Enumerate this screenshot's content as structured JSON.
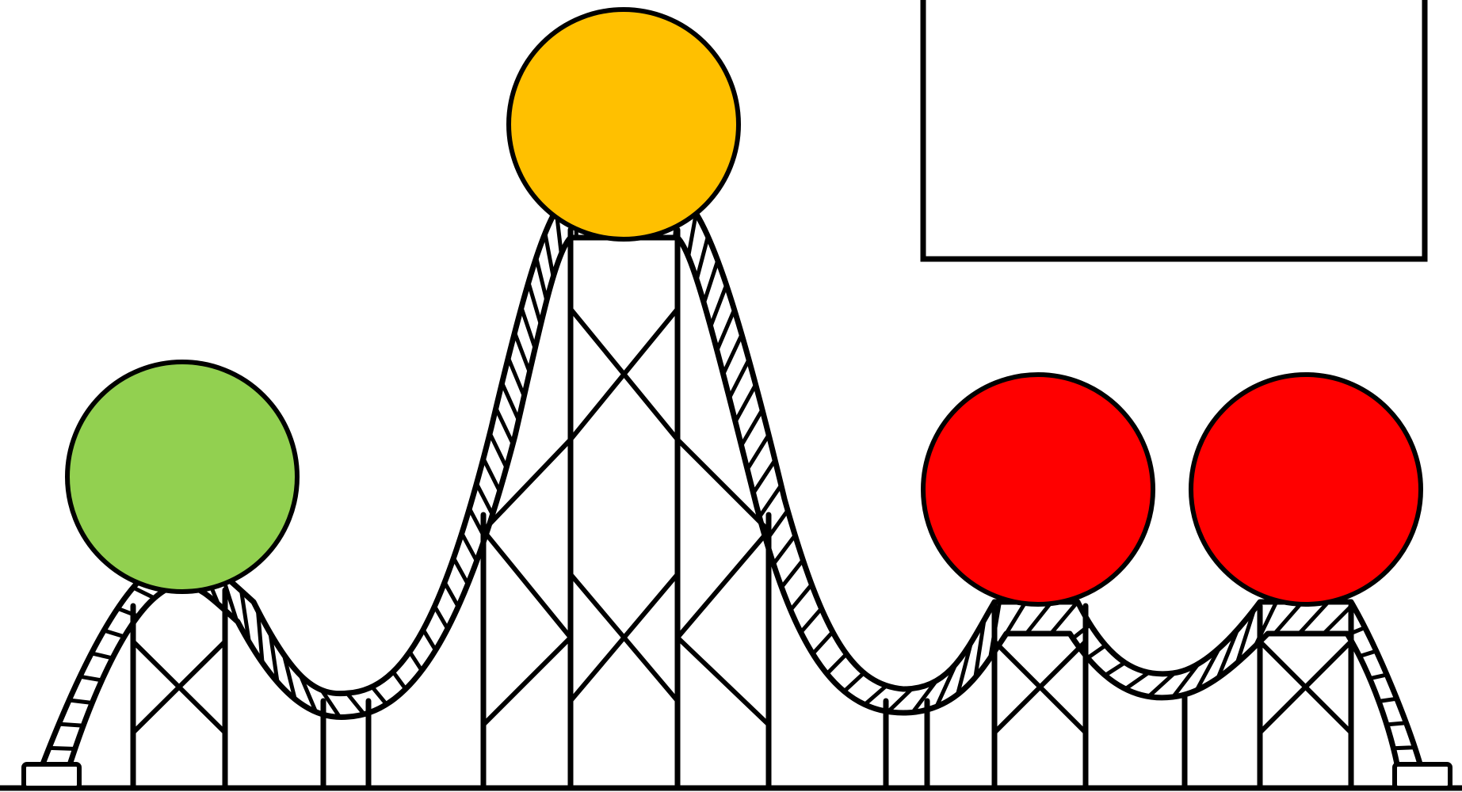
{
  "diagram": {
    "markers": [
      {
        "name": "marker-green",
        "color": "#92d050"
      },
      {
        "name": "marker-yellow",
        "color": "#ffc000"
      },
      {
        "name": "marker-red-1",
        "color": "#ff0000"
      },
      {
        "name": "marker-red-2",
        "color": "#ff0000"
      }
    ],
    "answer_box": {
      "text": ""
    }
  }
}
